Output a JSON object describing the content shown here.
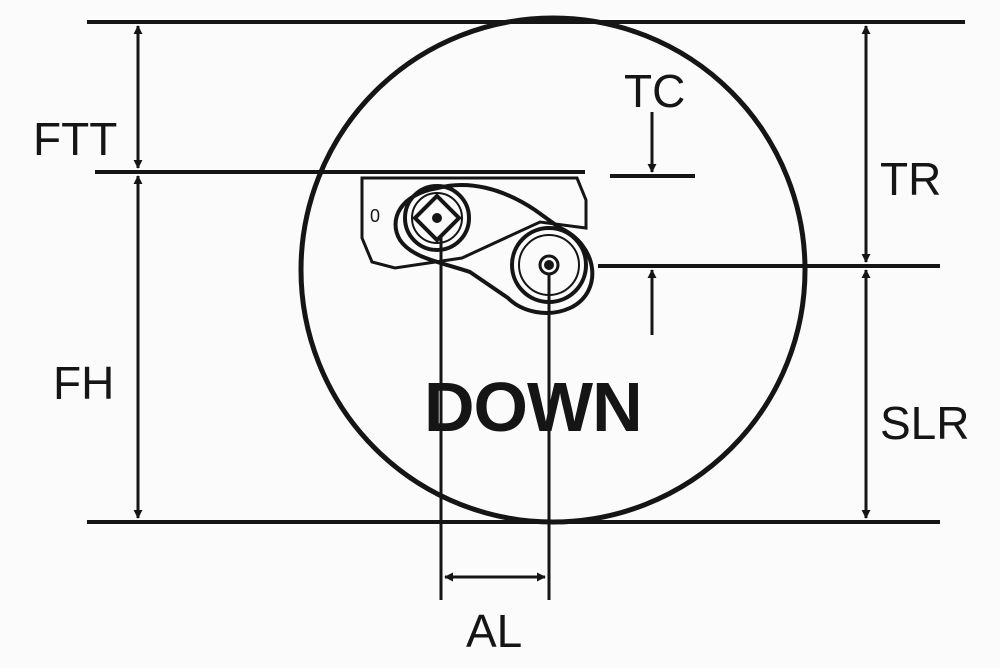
{
  "diagram": {
    "labels": {
      "ftt": "FTT",
      "fh": "FH",
      "tc": "TC",
      "tr": "TR",
      "slr": "SLR",
      "al": "AL",
      "direction": "DOWN",
      "insert_mark": "0"
    },
    "colors": {
      "ink": "#151515",
      "background": "#fbfbfb"
    }
  }
}
